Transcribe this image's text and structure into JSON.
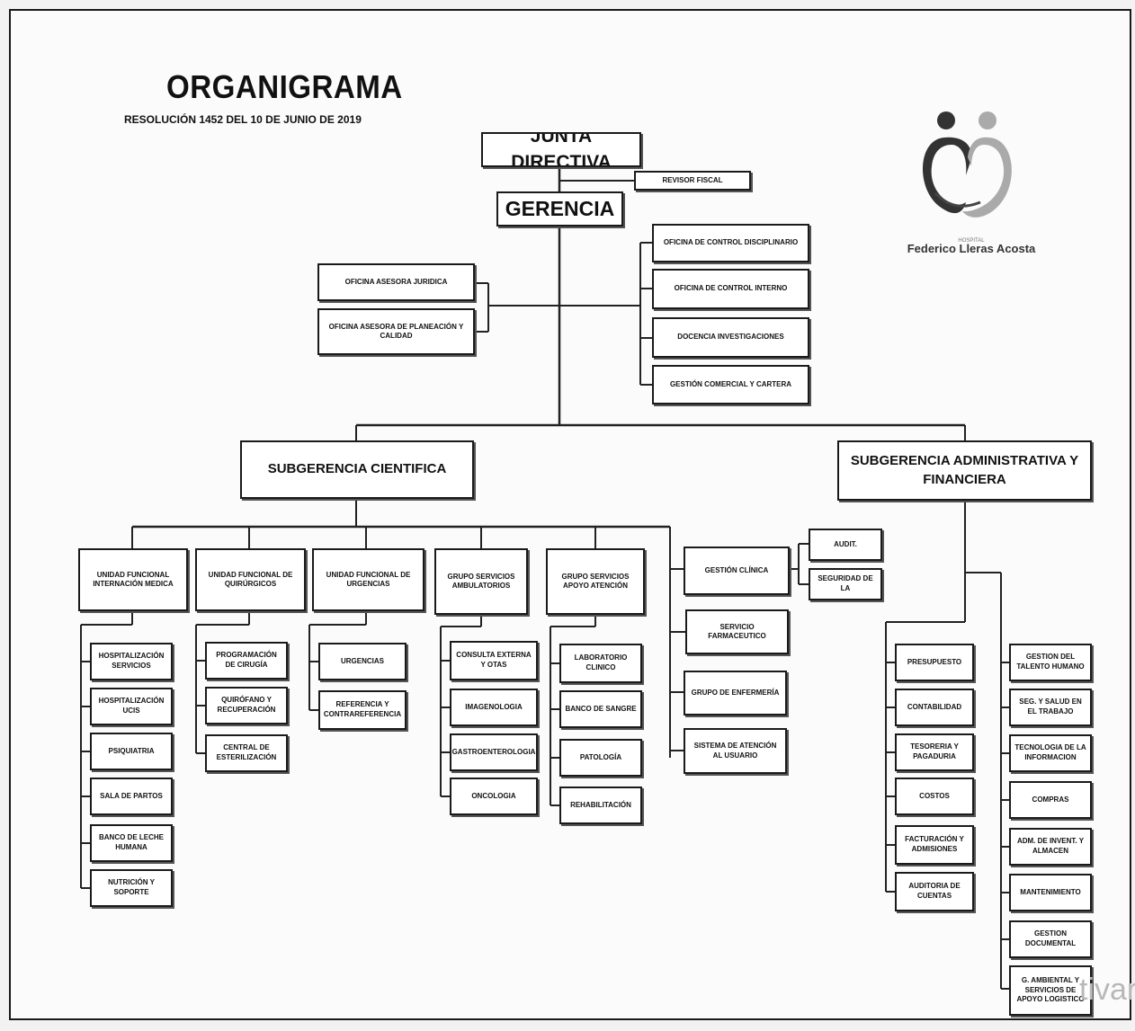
{
  "title": "ORGANIGRAMA",
  "subtitle": "RESOLUCIÓN 1452 DEL 10 DE JUNIO DE 2019",
  "logo": {
    "text": "Federico Lleras Acosta",
    "small_text": "HOSPITAL"
  },
  "watermark": "tivar",
  "nodes": {
    "junta": "JUNTA DIRECTIVA",
    "revisor": "REVISOR FISCAL",
    "gerencia": "GERENCIA",
    "juridica": "OFICINA ASESORA JURIDICA",
    "planeacion": "OFICINA ASESORA DE PLANEACIÓN Y CALIDAD",
    "control_disc": "OFICINA DE CONTROL DISCIPLINARIO",
    "control_int": "OFICINA DE CONTROL INTERNO",
    "docencia": "DOCENCIA INVESTIGACIONES",
    "gestion_com": "GESTIÓN COMERCIAL Y CARTERA",
    "sub_cient": "SUBGERENCIA CIENTIFICA",
    "sub_adm": "SUBGERENCIA ADMINISTRATIVA Y FINANCIERA",
    "u_internacion": "UNIDAD FUNCIONAL INTERNACIÓN MEDICA",
    "u_quirurgicos": "UNIDAD FUNCIONAL DE QUIRÚRGICOS",
    "u_urgencias": "UNIDAD FUNCIONAL DE URGENCIAS",
    "g_ambulatorios": "GRUPO SERVICIOS AMBULATORIOS",
    "g_apoyo": "GRUPO SERVICIOS APOYO ATENCIÓN",
    "gestion_clinica": "GESTIÓN CLÍNICA",
    "audit": "AUDIT.",
    "seguridad": "SEGURIDAD DE LA",
    "farmaceutico": "SERVICIO FARMACEUTICO",
    "enfermeria": "GRUPO DE ENFERMERÍA",
    "siau": "SISTEMA DE ATENCIÓN AL USUARIO",
    "hosp_servicios": "HOSPITALIZACIÓN SERVICIOS",
    "hosp_ucis": "HOSPITALIZACIÓN UCIS",
    "psiquiatria": "PSIQUIATRIA",
    "sala_partos": "SALA DE PARTOS",
    "banco_leche": "BANCO DE LECHE HUMANA",
    "nutricion": "NUTRICIÓN Y SOPORTE",
    "programacion": "PROGRAMACIÓN DE CIRUGÍA",
    "quirofano": "QUIRÓFANO Y RECUPERACIÓN",
    "central": "CENTRAL DE ESTERILIZACIÓN",
    "urgencias": "URGENCIAS",
    "referencia": "REFERENCIA Y CONTRAREFERENCIA",
    "consulta": "CONSULTA EXTERNA Y OTAS",
    "imagenologia": "IMAGENOLOGIA",
    "gastro": "GASTROENTEROLOGIA",
    "oncologia": "ONCOLOGIA",
    "laboratorio": "LABORATORIO CLINICO",
    "banco_sangre": "BANCO DE SANGRE",
    "patologia": "PATOLOGÍA",
    "rehabilitacion": "REHABILITACIÓN",
    "presupuesto": "PRESUPUESTO",
    "contabilidad": "CONTABILIDAD",
    "tesoreria": "TESORERIA Y PAGADURIA",
    "costos": "COSTOS",
    "facturacion": "FACTURACIÓN Y ADMISIONES",
    "auditoria_cuentas": "AUDITORIA DE CUENTAS",
    "talento": "GESTION DEL TALENTO HUMANO",
    "seg_salud": "SEG. Y SALUD EN EL TRABAJO",
    "tecnologia": "TECNOLOGIA DE LA INFORMACION",
    "compras": "COMPRAS",
    "adm_inventarios": "ADM. DE INVENT. Y ALMACEN",
    "mantenimiento": "MANTENIMIENTO",
    "gestion_doc": "GESTION DOCUMENTAL",
    "g_ambiental": "G. AMBIENTAL Y SERVICIOS DE APOYO LOGISTICO"
  }
}
